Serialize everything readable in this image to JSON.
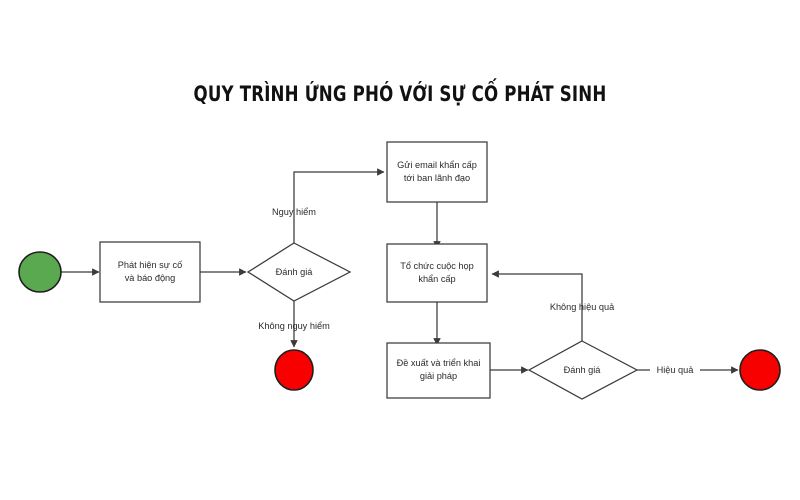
{
  "diagram": {
    "title": "QUY TRÌNH ỨNG PHÓ VỚI SỰ CỐ PHÁT SINH",
    "type": "flowchart",
    "colors": {
      "start_fill": "#5aa84f",
      "start_stroke": "#1f1f1f",
      "end_fill": "#f80000",
      "end_stroke": "#1f1f1f",
      "box_stroke": "#3b3b3b",
      "box_fill": "#ffffff",
      "line": "#3b3b3b",
      "text": "#2b2b2b",
      "title_text": "#111111",
      "background": "#ffffff"
    },
    "nodes": {
      "start": {
        "shape": "circle",
        "label": ""
      },
      "detect": {
        "shape": "process",
        "label": "Phát hiện sự cố\nvà báo động"
      },
      "assess_1": {
        "shape": "decision",
        "label": "Đánh giá"
      },
      "email": {
        "shape": "process",
        "label": "Gửi email khẩn cấp\ntới ban lãnh đạo"
      },
      "meeting": {
        "shape": "process",
        "label": "Tổ chức cuộc họp\nkhẩn cấp"
      },
      "solution": {
        "shape": "process",
        "label": "Đề xuất và triển khai\ngiải pháp"
      },
      "assess_2": {
        "shape": "decision",
        "label": "Đánh giá"
      },
      "end_safe": {
        "shape": "circle",
        "label": ""
      },
      "end_done": {
        "shape": "circle",
        "label": ""
      }
    },
    "edge_labels": {
      "dangerous": "Nguy hiểm",
      "not_dangerous": "Không nguy hiểm",
      "ineffective": "Không hiệu quả",
      "effective": "Hiệu quả"
    }
  }
}
